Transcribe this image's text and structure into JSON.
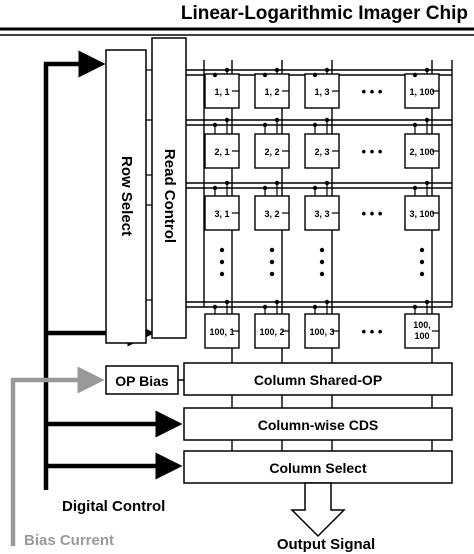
{
  "title": "Linear-Logarithmic Imager Chip",
  "blocks": {
    "row_select": "Row Select",
    "read_control": "Read Control",
    "op_bias": "OP Bias",
    "column_shared_op": "Column Shared-OP",
    "column_wise_cds": "Column-wise CDS",
    "column_select": "Column Select"
  },
  "signals": {
    "digital_control": "Digital Control",
    "bias_current": "Bias Current",
    "output_signal": "Output Signal"
  },
  "pixel_rows": [
    [
      "1, 1",
      "1, 2",
      "1, 3",
      "1, 100"
    ],
    [
      "2, 1",
      "2, 2",
      "2, 3",
      "2, 100"
    ],
    [
      "3, 1",
      "3, 2",
      "3, 3",
      "3, 100"
    ],
    [
      "100, 1",
      "100, 2",
      "100, 3",
      "100,\n100"
    ]
  ],
  "ellipsis_glyph": "•  •  •",
  "colors": {
    "line": "#000000",
    "bias": "#999999",
    "bias_text": "#9a9a9a"
  }
}
